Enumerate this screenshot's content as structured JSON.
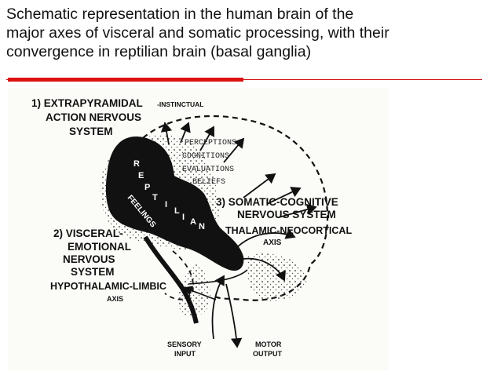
{
  "slide": {
    "title": "Schematic representation in the human brain of the\nmajor axes of visceral and somatic processing, with their\nconvergence in reptilian brain (basal ganglia)",
    "accent_color": "#dd1111"
  },
  "diagram": {
    "label_1": "1) EXTRAPYRAMIDAL",
    "label_1_suffix": "-INSTINCTUAL",
    "label_action": "ACTION NERVOUS",
    "label_system": "SYSTEM",
    "perceptions": "PERCEPTIONS",
    "cognitions": "COGNITIONS",
    "evaluations": "EVALUATIONS",
    "beliefs": "BELIEFS",
    "label_3": "3) SOMATIC-COGNITIVE",
    "label_3b": "NERVOUS SYSTEM",
    "thalamic": "THALAMIC-NEOCORTICAL",
    "thalamic_axis": "AXIS",
    "label_2": "2) VISCERAL-",
    "emotional": "EMOTIONAL",
    "nervous": "NERVOUS",
    "system2": "SYSTEM",
    "hypothalamic": "HYPOTHALAMIC-LIMBIC",
    "hypo_axis": "AXIS",
    "sensory": "SENSORY",
    "sensory_input": "INPUT",
    "motor": "MOTOR",
    "motor_output": "OUTPUT",
    "feelings": "FEELINGS",
    "reptilian_letters": [
      "R",
      "E",
      "P",
      "T",
      "I",
      "L",
      "I",
      "A",
      "N"
    ]
  }
}
